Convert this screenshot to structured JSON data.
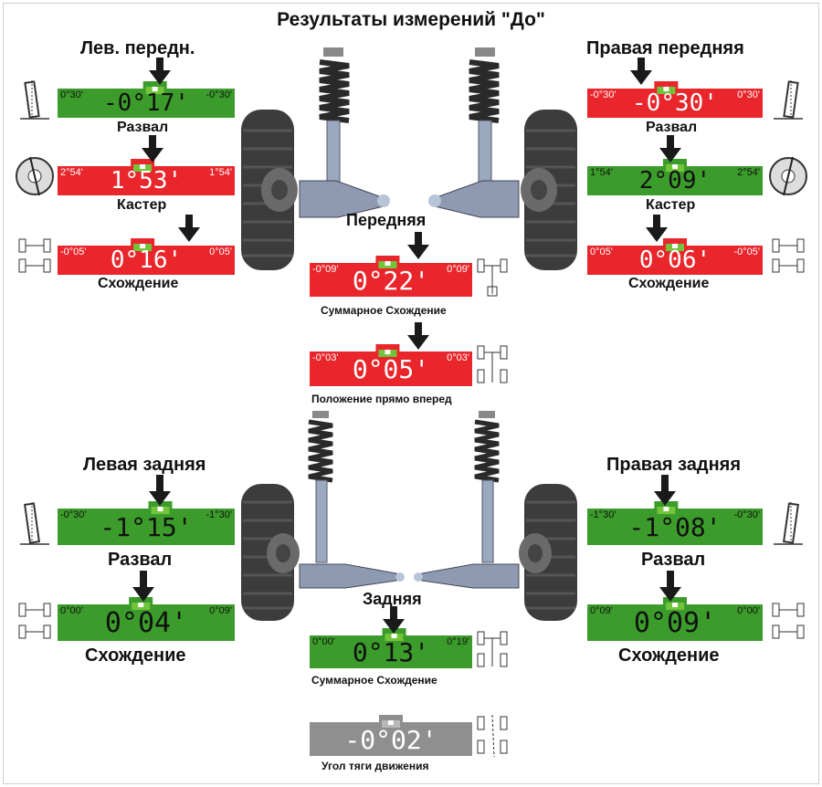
{
  "title": "Результаты измерений \"До\"",
  "colors": {
    "red": "#e8262b",
    "green": "#3c9c2b",
    "gray": "#8f8f8f",
    "notch": "#72c43a"
  },
  "front": {
    "left_heading": "Лев. передн.",
    "right_heading": "Правая передняя",
    "center_heading": "Передняя",
    "left": {
      "camber": {
        "label": "Развал",
        "value": "-0°17",
        "unit": "'",
        "min": "0°30'",
        "max": "-0°30'",
        "status": "green"
      },
      "caster": {
        "label": "Кастер",
        "value": "1°53",
        "unit": "'",
        "min": "2°54'",
        "max": "1°54'",
        "status": "red"
      },
      "toe": {
        "label": "Схождение",
        "value": "0°16",
        "unit": "'",
        "min": "-0°05'",
        "max": "0°05'",
        "status": "red"
      }
    },
    "right": {
      "camber": {
        "label": "Развал",
        "value": "-0°30",
        "unit": "'",
        "min": "-0°30'",
        "max": "0°30'",
        "status": "red"
      },
      "caster": {
        "label": "Кастер",
        "value": "2°09",
        "unit": "'",
        "min": "1°54'",
        "max": "2°54'",
        "status": "green"
      },
      "toe": {
        "label": "Схождение",
        "value": "0°06",
        "unit": "'",
        "min": "0°05'",
        "max": "-0°05'",
        "status": "red"
      }
    },
    "total_toe": {
      "label": "Суммарное Схождение",
      "value": "0°22",
      "unit": "'",
      "min": "-0°09'",
      "max": "0°09'",
      "status": "red"
    },
    "setback": {
      "label": "Положение прямо вперед",
      "value": "0°05",
      "unit": "'",
      "min": "-0°03'",
      "max": "0°03'",
      "status": "red"
    }
  },
  "rear": {
    "left_heading": "Левая задняя",
    "right_heading": "Правая задняя",
    "center_heading": "Задняя",
    "left": {
      "camber": {
        "label": "Развал",
        "value": "-1°15",
        "unit": "'",
        "min": "-0°30'",
        "max": "-1°30'",
        "status": "green"
      },
      "toe": {
        "label": "Схождение",
        "value": "0°04",
        "unit": "'",
        "min": "0°00'",
        "max": "0°09'",
        "status": "green"
      }
    },
    "right": {
      "camber": {
        "label": "Развал",
        "value": "-1°08",
        "unit": "'",
        "min": "-1°30'",
        "max": "-0°30'",
        "status": "green"
      },
      "toe": {
        "label": "Схождение",
        "value": "0°09",
        "unit": "'",
        "min": "0°09'",
        "max": "0°00'",
        "status": "green"
      }
    },
    "total_toe": {
      "label": "Суммарное Схождение",
      "value": "0°13",
      "unit": "'",
      "min": "0°00'",
      "max": "0°19'",
      "status": "green"
    },
    "thrust": {
      "label": "Угол тяги движения",
      "value": "-0°02",
      "unit": "'",
      "status": "gray"
    }
  }
}
